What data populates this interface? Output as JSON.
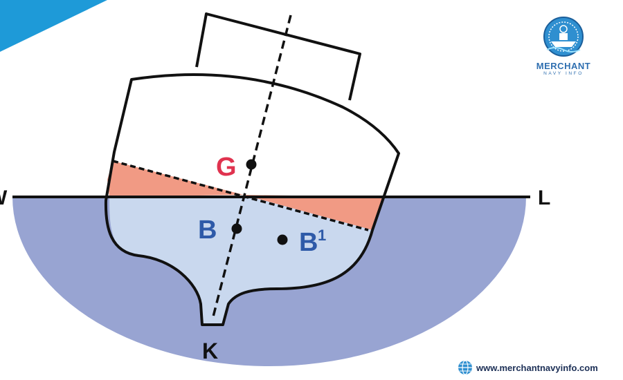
{
  "labels": {
    "G": "G",
    "B": "B",
    "B1_main": "B",
    "B1_sup": "1",
    "K": "K",
    "W": "W",
    "L": "L"
  },
  "logo": {
    "title": "MERCHANT",
    "subtitle": "NAVY INFO"
  },
  "website": "www.merchantnavyinfo.com",
  "colors": {
    "sea": "#98a4d2",
    "underwater_hull": "#c9d8ee",
    "wedge": "#f19a84",
    "g_label": "#e0334f",
    "b_label": "#2e5aa8",
    "corner_accent": "#1e9ad8",
    "logo": "#2f6fb0"
  },
  "icons": [
    "globe-icon",
    "merchant-navy-emblem"
  ]
}
